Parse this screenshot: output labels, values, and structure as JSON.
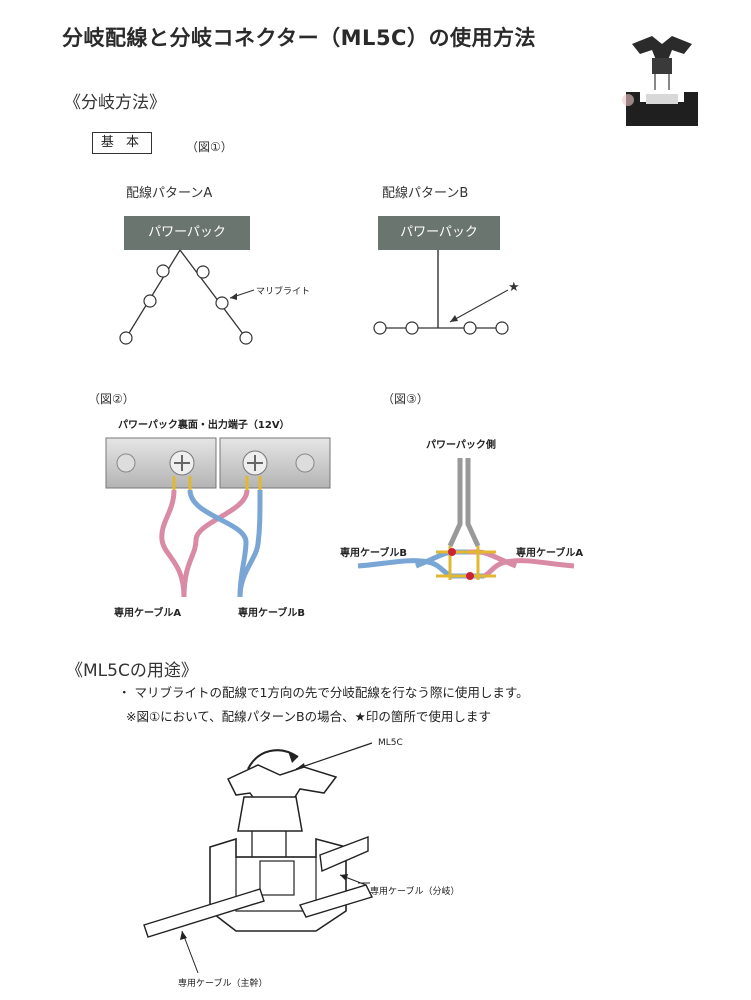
{
  "page": {
    "title": "分岐配線と分岐コネクター（ML5C）の使用方法"
  },
  "branch_method": {
    "heading": "《分岐方法》",
    "basic_label": "基 本",
    "fig1_label": "（図①）",
    "pattern_a": {
      "label": "配線パターンA",
      "box": "パワーパック",
      "callout": "マリブライト"
    },
    "pattern_b": {
      "label": "配線パターンB",
      "box": "パワーパック",
      "star": "★"
    }
  },
  "fig2": {
    "label": "（図②）",
    "header": "パワーパック裏面・出力端子（12V）",
    "cable_a": "専用ケーブルA",
    "cable_b": "専用ケーブルB"
  },
  "fig3": {
    "label": "（図③）",
    "top": "パワーパック側",
    "left": "専用ケーブルB",
    "right": "専用ケーブルA"
  },
  "usage": {
    "heading": "《ML5Cの用途》",
    "line1": "・ マリブライトの配線で1方向の先で分岐配線を行なう際に使用します。",
    "line2": "※図①において、配線パターンBの場合、★印の箇所で使用します",
    "ml5c": "ML5C",
    "branch_cable": "専用ケーブル（分岐）",
    "main_cable": "専用ケーブル（主幹）"
  }
}
